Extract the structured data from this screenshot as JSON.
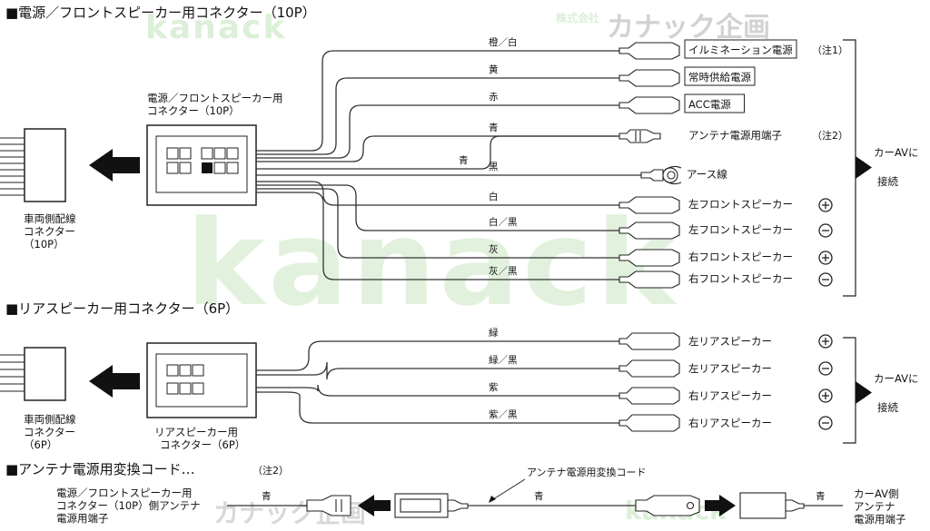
{
  "watermark": {
    "brand_en": "kanack",
    "brand_jp_prefix": "株式会社",
    "brand_jp": "カナック企画"
  },
  "sections": {
    "s1": {
      "title": "■電源／フロントスピーカー用コネクター（10P）"
    },
    "s2": {
      "title": "■リアスピーカー用コネクター（6P）"
    },
    "s3": {
      "title": "■アンテナ電源用変換コード…",
      "note": "（注2）"
    }
  },
  "s1": {
    "vehicle_connector": [
      "車両側配線",
      "コネクター",
      "（10P）"
    ],
    "product_connector": [
      "電源／フロントスピーカー用",
      "コネクター（10P）"
    ],
    "wires": [
      {
        "color": "橙／白",
        "label": "イルミネーション電源",
        "note": "（注1）"
      },
      {
        "color": "黄",
        "label": "常時供給電源"
      },
      {
        "color": "赤",
        "label": "ACC電源"
      },
      {
        "color": "青",
        "label": "アンテナ電源用端子",
        "note": "（注2）"
      },
      {
        "color": "黒",
        "label": "アース線"
      },
      {
        "color": "白",
        "label": "左フロントスピーカー",
        "polarity": "⊕"
      },
      {
        "color": "白／黒",
        "label": "左フロントスピーカー",
        "polarity": "⊖"
      },
      {
        "color": "灰",
        "label": "右フロントスピーカー",
        "polarity": "⊕"
      },
      {
        "color": "灰／黒",
        "label": "右フロントスピーカー",
        "polarity": "⊖"
      }
    ],
    "branch_color": "青",
    "target": [
      "カーAVに",
      "接続"
    ]
  },
  "s2": {
    "vehicle_connector": [
      "車両側配線",
      "コネクター",
      "（6P）"
    ],
    "product_connector": [
      "リアスピーカー用",
      "コネクター（6P）"
    ],
    "wires": [
      {
        "color": "緑",
        "label": "左リアスピーカー",
        "polarity": "⊕"
      },
      {
        "color": "緑／黒",
        "label": "左リアスピーカー",
        "polarity": "⊖"
      },
      {
        "color": "紫",
        "label": "右リアスピーカー",
        "polarity": "⊕"
      },
      {
        "color": "紫／黒",
        "label": "右リアスピーカー",
        "polarity": "⊖"
      }
    ],
    "target": [
      "カーAVに",
      "接続"
    ]
  },
  "s3": {
    "left_label": [
      "電源／フロントスピーカー用",
      "コネクター（10P）側アンテナ",
      "電源用端子"
    ],
    "left_wire_color": "青",
    "cord_label": "アンテナ電源用変換コード",
    "cord_wire_color": "青",
    "right_wire_color": "青",
    "right_label": [
      "カーAV側",
      "アンテナ",
      "電源用端子"
    ]
  }
}
